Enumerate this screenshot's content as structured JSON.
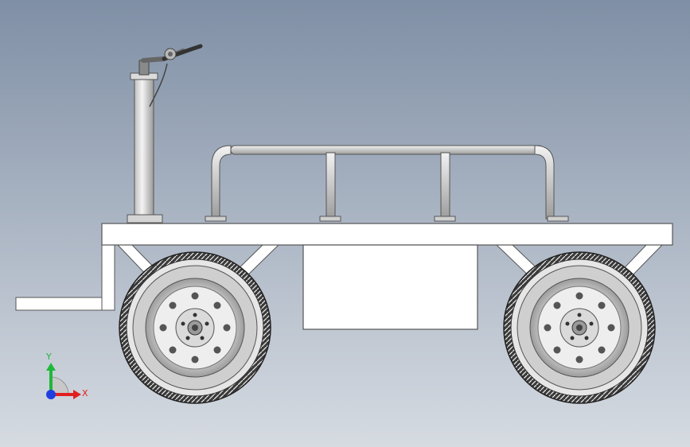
{
  "view": {
    "type": "cad-model-viewport",
    "background_top": "#7f8fa5",
    "background_bottom": "#d6dbe2",
    "triad": {
      "y_label": "Y",
      "x_label": "X",
      "y_color": "#1fb83a",
      "x_color": "#e02020",
      "z_color": "#1f3ee0"
    }
  }
}
